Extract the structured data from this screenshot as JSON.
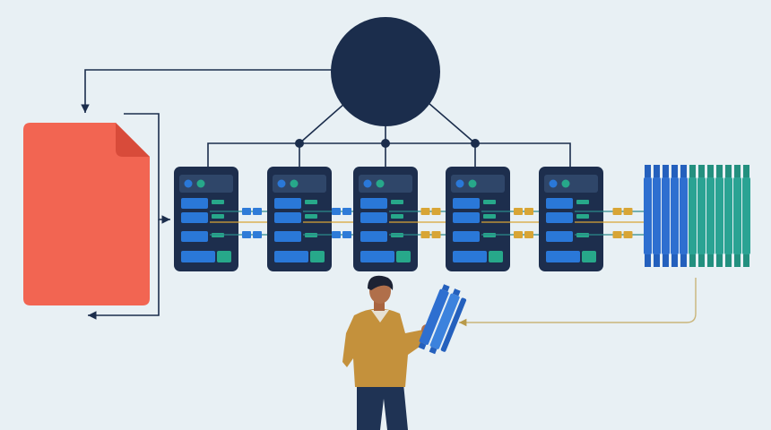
{
  "colors": {
    "background": "#e8f0f4",
    "navy": "#1b2d4c",
    "document": "#f26552",
    "document_fold": "#d84b3a",
    "server_body": "#1d2e4d",
    "server_drive": "#2a78d8",
    "server_accent": "#27a88a",
    "link_blue": "#2e7bd8",
    "link_gold": "#d8a535",
    "gpu_blue": "#2e6fd0",
    "gpu_teal": "#2aa393",
    "return_line": "#c9b57a",
    "person_jacket": "#c4913c",
    "person_pants": "#1f3354",
    "person_skin": "#b06f4a",
    "person_hair": "#1c2233"
  },
  "icons": {
    "hub": "central-hub-node",
    "document": "document-icon",
    "server": "server-rack-icon",
    "module": "hardware-module-icon",
    "gpu_stack": "gpu-cluster-icon",
    "person": "person-figure"
  },
  "servers": [
    {
      "id": "server-1",
      "links": "blue"
    },
    {
      "id": "server-2",
      "links": "blue"
    },
    {
      "id": "server-3",
      "links": "gold"
    },
    {
      "id": "server-4",
      "links": "gold"
    },
    {
      "id": "server-5",
      "links": "gold"
    }
  ]
}
